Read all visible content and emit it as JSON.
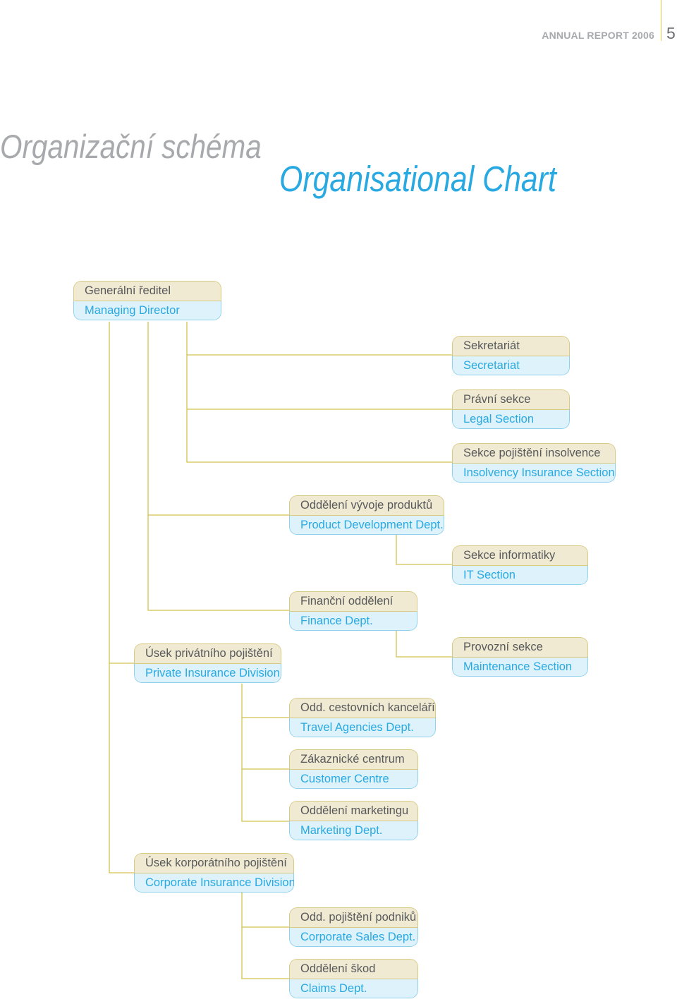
{
  "header": {
    "report_label": "ANNUAL REPORT 2006",
    "page_number": "5"
  },
  "titles": {
    "czech": "Organizační schéma",
    "english": "Organisational Chart"
  },
  "colors": {
    "czech_band": "#f0ead3",
    "english_band": "#def2fb",
    "connector": "#d2c24f",
    "english_text": "#29a9e1",
    "czech_text": "#58595b"
  },
  "org": {
    "managing_director": {
      "cz": "Generální ředitel",
      "en": "Managing Director"
    },
    "secretariat": {
      "cz": "Sekretariát",
      "en": "Secretariat"
    },
    "legal_section": {
      "cz": "Právní sekce",
      "en": "Legal Section"
    },
    "insolvency_section": {
      "cz": "Sekce pojištění insolvence",
      "en": "Insolvency Insurance Section"
    },
    "product_development": {
      "cz": "Oddělení vývoje produktů",
      "en": "Product Development Dept."
    },
    "it_section": {
      "cz": "Sekce informatiky",
      "en": "IT Section"
    },
    "finance_dept": {
      "cz": "Finanční oddělení",
      "en": "Finance Dept."
    },
    "private_division": {
      "cz": "Úsek privátního pojištění",
      "en": "Private Insurance Division"
    },
    "maintenance_section": {
      "cz": "Provozní sekce",
      "en": "Maintenance Section"
    },
    "travel_agencies": {
      "cz": "Odd. cestovních kanceláří",
      "en": "Travel Agencies Dept."
    },
    "customer_centre": {
      "cz": "Zákaznické centrum",
      "en": "Customer Centre"
    },
    "marketing_dept": {
      "cz": "Oddělení marketingu",
      "en": "Marketing Dept."
    },
    "corporate_division": {
      "cz": "Úsek korporátního pojištění",
      "en": "Corporate Insurance Division"
    },
    "corporate_sales": {
      "cz": "Odd. pojištění podniků",
      "en": "Corporate Sales Dept."
    },
    "claims_dept": {
      "cz": "Oddělení škod",
      "en": "Claims Dept."
    }
  }
}
